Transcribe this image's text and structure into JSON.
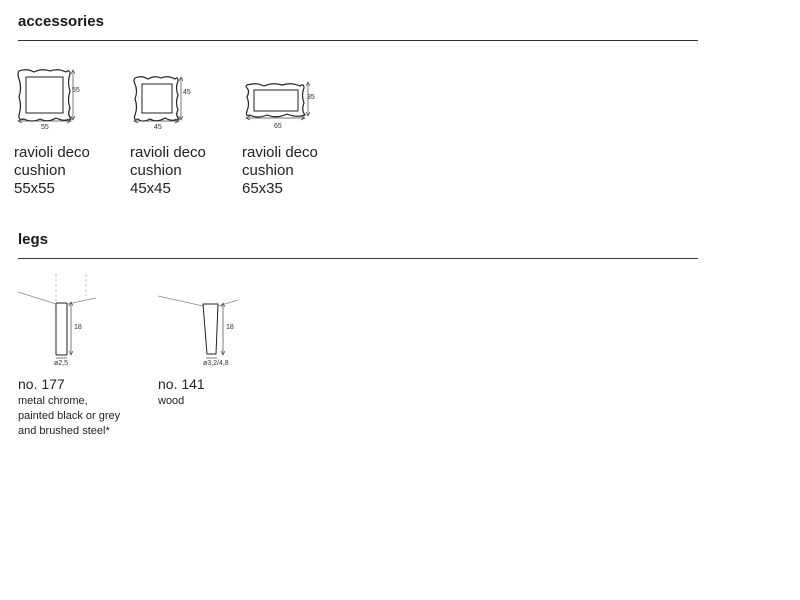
{
  "accessories": {
    "title": "accessories",
    "items": [
      {
        "name_line1": "ravioli deco",
        "name_line2": "cushion",
        "size": "55x55",
        "width_label": "55",
        "height_label": "55",
        "icon": "square-cushion-icon"
      },
      {
        "name_line1": "ravioli deco",
        "name_line2": "cushion",
        "size": "45x45",
        "width_label": "45",
        "height_label": "45",
        "icon": "square-cushion-icon"
      },
      {
        "name_line1": "ravioli deco",
        "name_line2": "cushion",
        "size": "65x35",
        "width_label": "65",
        "height_label": "35",
        "icon": "rectangular-cushion-icon"
      }
    ]
  },
  "legs": {
    "title": "legs",
    "items": [
      {
        "name": "no. 177",
        "desc_lines": [
          "metal chrome,",
          "painted black or grey",
          "and brushed steel*"
        ],
        "height_label": "18",
        "diameter_label": "ø2,5",
        "icon": "cylindrical-leg-icon"
      },
      {
        "name": "no. 141",
        "desc_lines": [
          "wood"
        ],
        "height_label": "18",
        "diameter_label": "ø3,2/4,8",
        "icon": "tapered-leg-icon"
      }
    ]
  }
}
